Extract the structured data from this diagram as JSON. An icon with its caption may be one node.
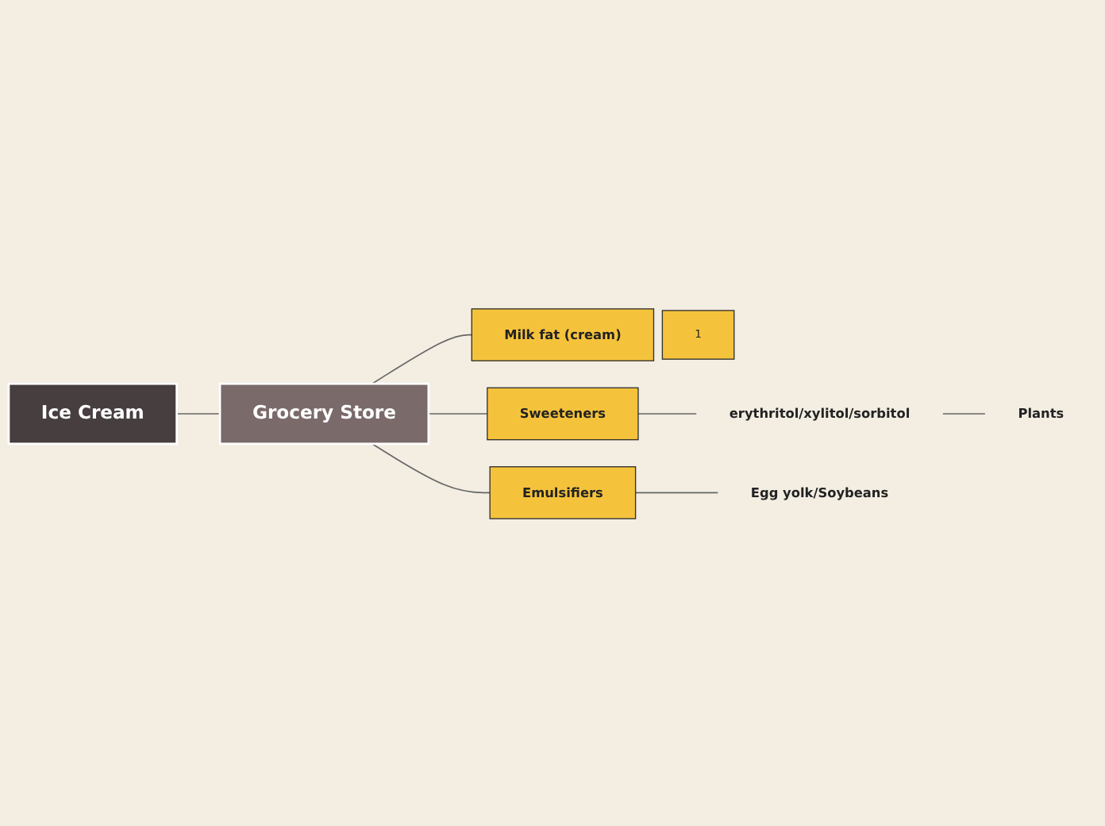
{
  "diagram": {
    "nodes": [
      {
        "text": [
          "Ice Cream"
        ]
      },
      {
        "text": [
          "Grocery Store"
        ]
      },
      {
        "text": [
          "Milk fat (cream)"
        ],
        "beside": [
          "1"
        ]
      },
      {
        "text": [
          "Sweeteners"
        ]
      },
      {
        "text": [
          "Emulsifiers"
        ]
      },
      {
        "text": [
          "erythritol/xylitol/sorbitol"
        ]
      },
      {
        "text": [
          "Plants"
        ]
      },
      {
        "text": [
          "Egg yolk/Soybeans"
        ]
      }
    ],
    "edges": [
      {
        "from": 0,
        "to": 1,
        "arrow": "none"
      },
      {
        "from": 1,
        "to": 2,
        "arrow": "none"
      },
      {
        "from": 1,
        "to": 3,
        "arrow": "none"
      },
      {
        "from": 1,
        "to": 4,
        "arrow": "none"
      },
      {
        "from": 3,
        "to": 5,
        "arrow": "none"
      },
      {
        "from": 5,
        "to": 6,
        "arrow": "none"
      },
      {
        "from": 4,
        "to": 7,
        "arrow": "none"
      }
    ]
  }
}
